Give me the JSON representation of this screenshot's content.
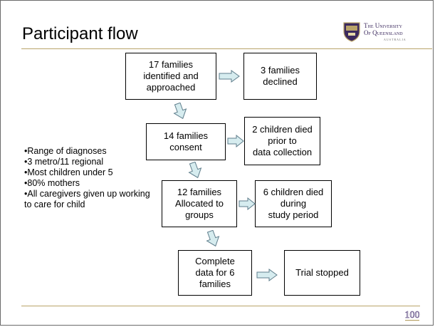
{
  "slide": {
    "title": "Participant flow",
    "logo": {
      "line1": "The University",
      "line2": "Of Queensland",
      "line3": "AUSTRALIA"
    },
    "centenary_mark": "100"
  },
  "bullets": [
    "Range of diagnoses",
    "3 metro/11 regional",
    "Most children under 5",
    "80% mothers",
    "All caregivers given up working to care for child"
  ],
  "flow": {
    "identified": "17 families\nidentified and\napproached",
    "declined": "3 families\ndeclined",
    "consent": "14 families\nconsent",
    "died_prior": "2 children died\nprior to\ndata collection",
    "allocated": "12 families\nAllocated to\ngroups",
    "died_during": "6 children died\nduring\nstudy period",
    "complete": "Complete\ndata for 6\nfamilies",
    "stopped": "Trial stopped"
  },
  "colors": {
    "arrow_fill": "#d6ecef",
    "arrow_stroke": "#5f7e8c",
    "rule": "#b9a369",
    "logo_text": "#3c2a5e"
  }
}
